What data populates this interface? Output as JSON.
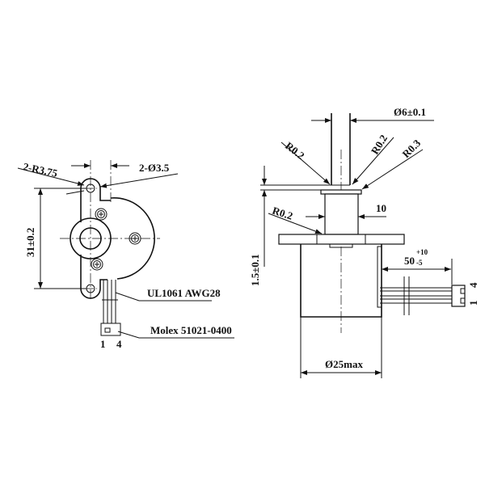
{
  "drawing": {
    "front_view": {
      "mount_hole_radius": "2-R3.75",
      "mount_hole_diameter": "2-Ø3.5",
      "hole_spacing": "31±0.2",
      "wire_spec": "UL1061 AWG28",
      "connector_spec": "Molex 51021-0400",
      "pin_first": "1",
      "pin_last": "4"
    },
    "side_view": {
      "shaft_diameter": "Ø6±0.1",
      "radius_shaft_left": "R0.2",
      "radius_shaft_right": "R0.2",
      "radius_washer": "R0.3",
      "radius_hub": "R0.2",
      "hub_width": "10",
      "flange_offset": "1.5±0.1",
      "lead_length": "50",
      "lead_tol_plus": "+10",
      "lead_tol_minus": "-5",
      "body_diameter": "Ø25max",
      "pin_first": "1",
      "pin_last": "4"
    }
  }
}
